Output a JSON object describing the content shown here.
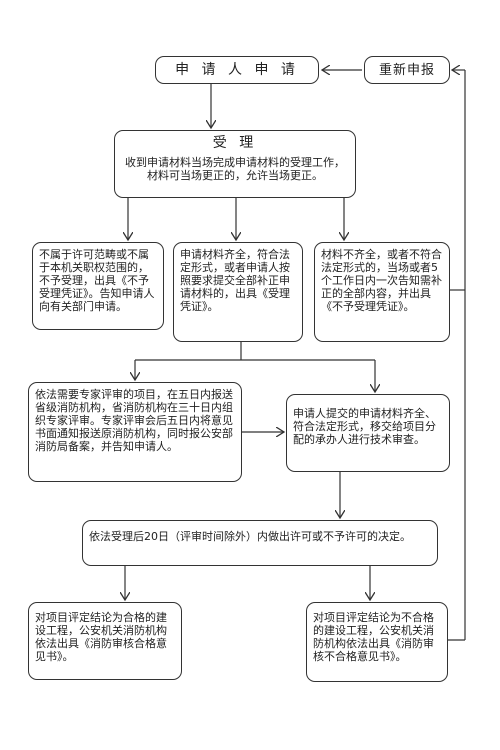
{
  "nodes": {
    "applicant": "申 请 人 申 请",
    "resubmit": "重新申报",
    "accept_title": "受 理",
    "accept_body": "收到申请材料当场完成申请材料的受理工作，材料可当场更正的，允许当场更正。",
    "reject": "不属于许可范畴或不属于本机关职权范围的，不予受理，出具《不予受理凭证》。告知申请人向有关部门申请。",
    "complete": "申请材料齐全，符合法定形式，或者申请人按照要求提交全部补正申请材料的，出具《受理凭证》。",
    "incomplete": "材料不齐全，或者不符合法定形式的，当场或者5个工作日内一次告知需补正的全部内容，并出具《不予受理凭证》。",
    "expert": "依法需要专家评审的项目，在五日内报送省级消防机构，省消防机构在三十日内组织专家评审。专家评审会后五日内将意见书面通知报送原消防机构，同时报公安部消防局备案，并告知申请人。",
    "transfer": "申请人提交的申请材料齐全、符合法定形式，移交给项目分配的承办人进行技术审查。",
    "decision": "依法受理后20日（评审时间除外）内做出许可或不予许可的决定。",
    "pass": "对项目评定结论为合格的建设工程，公安机关消防机构依法出具《消防审核合格意见书》。",
    "fail": "对项目评定结论为不合格的建设工程，公安机关消防机构依法出具《消防审核不合格意见书》。"
  }
}
